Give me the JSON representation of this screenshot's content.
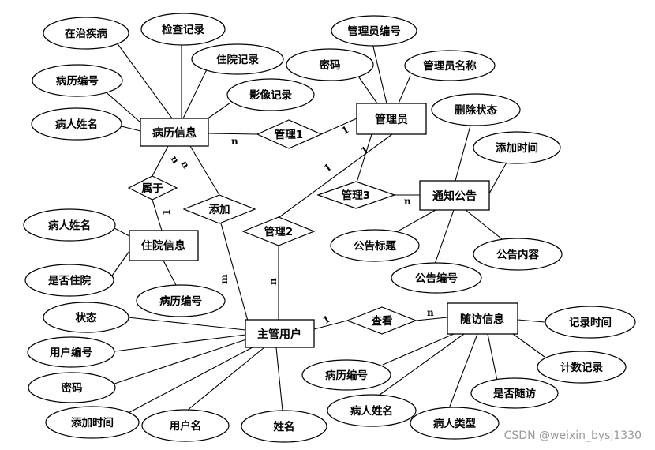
{
  "entities": {
    "medical_record": "病历信息",
    "admin": "管理员",
    "notice": "通知公告",
    "hospital_stay": "住院信息",
    "user": "主管用户",
    "followup": "随访信息"
  },
  "relationships": {
    "manage1": "管理1",
    "manage2": "管理2",
    "manage3": "管理3",
    "belongs": "属于",
    "add": "添加",
    "view": "查看"
  },
  "attributes": {
    "disease": "在治疾病",
    "exam": "检查记录",
    "inpatient": "住院记录",
    "record_no": "病历编号",
    "imaging": "影像记录",
    "patient_name": "病人姓名",
    "admin_no": "管理员编号",
    "password": "密码",
    "admin_name": "管理员名称",
    "delete_status": "删除状态",
    "add_time": "添加时间",
    "notice_title": "公告标题",
    "notice_content": "公告内容",
    "notice_no": "公告编号",
    "hs_patient_name": "病人姓名",
    "hospitalized": "是否住院",
    "hs_record_no": "病历编号",
    "status": "状态",
    "user_no": "用户编号",
    "user_password": "密码",
    "user_add_time": "添加时间",
    "username": "用户名",
    "real_name": "姓名",
    "fu_record_no": "病历编号",
    "fu_patient_name": "病人姓名",
    "patient_type": "病人类型",
    "is_followup": "是否随访",
    "count_record": "计数记录",
    "record_time": "记录时间"
  },
  "cardinalities": {
    "mr_manage1": "n",
    "admin_manage1": "1",
    "admin_manage3": "1",
    "notice_manage3": "n",
    "admin_manage2": "1",
    "user_manage2": "n",
    "mr_belongs": "n",
    "hs_belongs": "1",
    "mr_add": "n",
    "user_add": "m",
    "user_view": "1",
    "fu_view": "n"
  },
  "watermark": "CSDN @weixin_bysj1330"
}
